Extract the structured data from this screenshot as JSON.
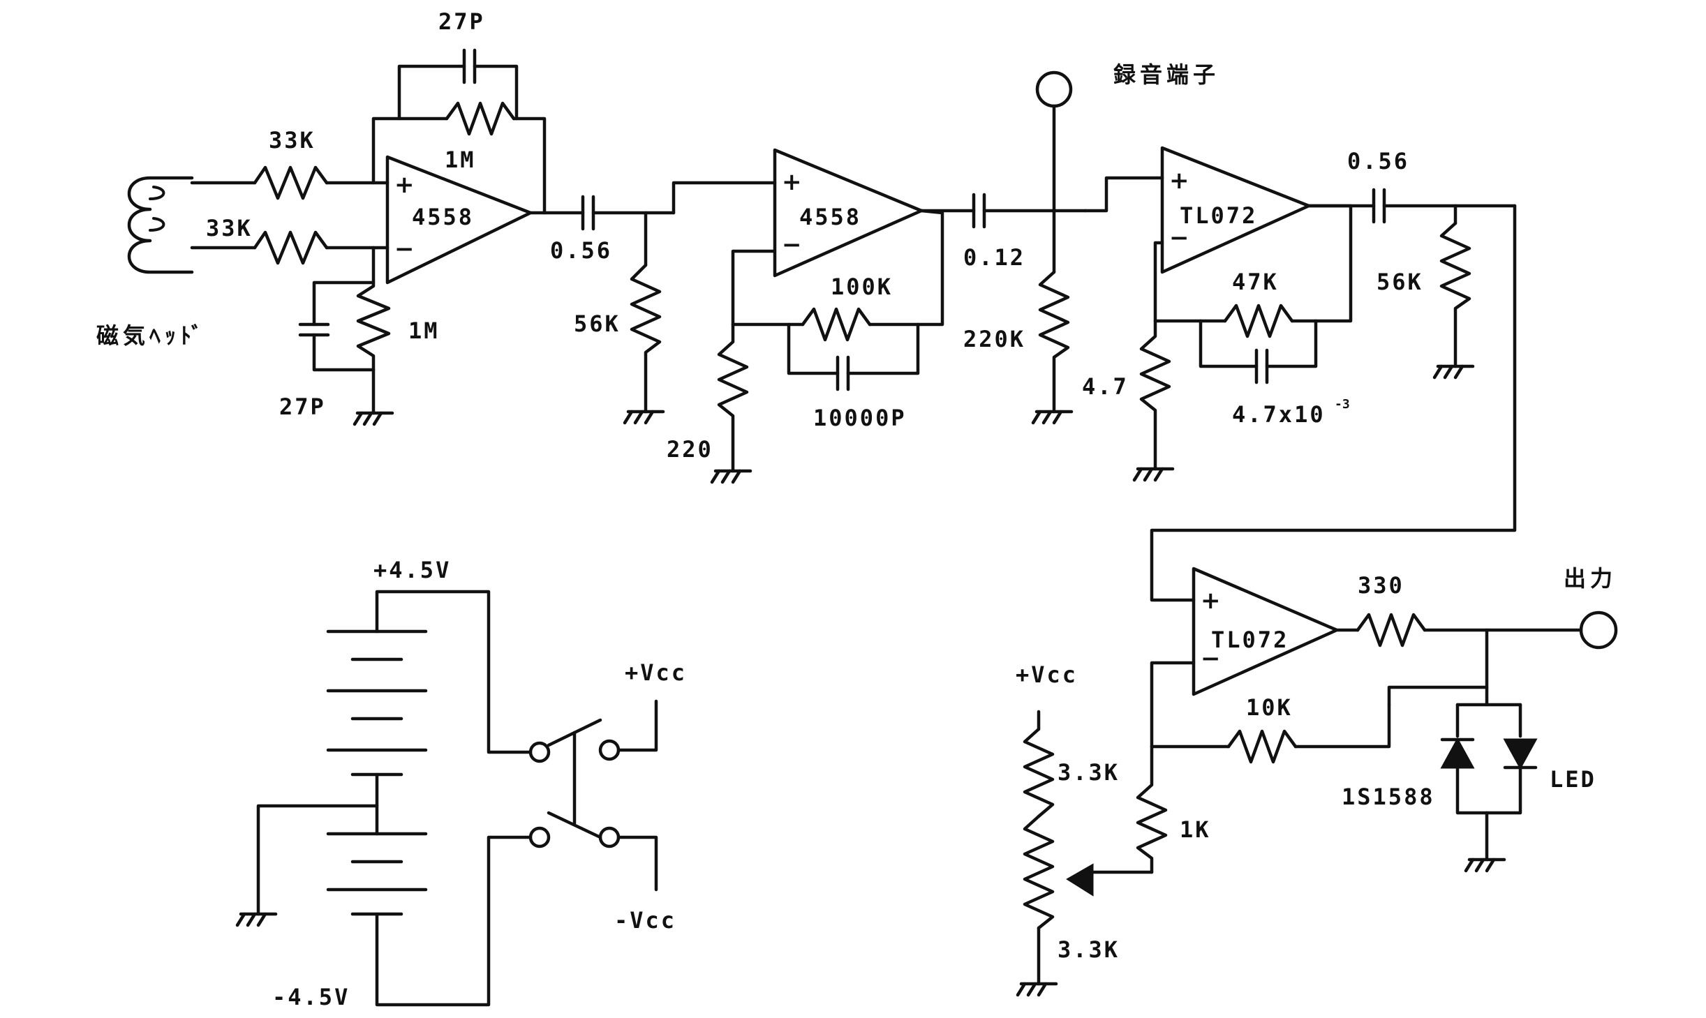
{
  "labels": {
    "head": "磁気ﾍｯﾄﾞ",
    "recording_terminal": "録音端子",
    "output": "出力",
    "stage1": {
      "r_in_top": "33K",
      "r_in_bottom": "33K",
      "c_feedback_top": "27P",
      "r_feedback_top": "1M",
      "r_ground": "1M",
      "c_ground": "27P",
      "opamp": "4558",
      "c_coupling": "0.56"
    },
    "stage2": {
      "r_input_ground": "56K",
      "opamp": "4558",
      "r_feedback": "100K",
      "c_feedback": "10000P",
      "r_ground": "220",
      "c_coupling": "0.12"
    },
    "stage3": {
      "r_input_ground": "220K",
      "opamp": "TL072",
      "r_feedback": "47K",
      "c_feedback": "4.7x10",
      "c_feedback_exp": "-3",
      "r_ground": "4.7",
      "c_coupling": "0.56",
      "r_output_ground": "56K"
    },
    "stage4": {
      "opamp": "TL072",
      "r_output": "330",
      "r_feedback": "10K",
      "r_input": "1K",
      "vcc": "+Vcc",
      "pot_top": "3.3K",
      "pot_bottom": "3.3K",
      "diode": "1S1588",
      "led": "LED"
    },
    "power": {
      "positive": "+4.5V",
      "negative": "-4.5V",
      "vcc_plus": "+Vcc",
      "vcc_minus": "-Vcc"
    },
    "opamp_signs": {
      "plus": "+",
      "minus": "−"
    }
  }
}
